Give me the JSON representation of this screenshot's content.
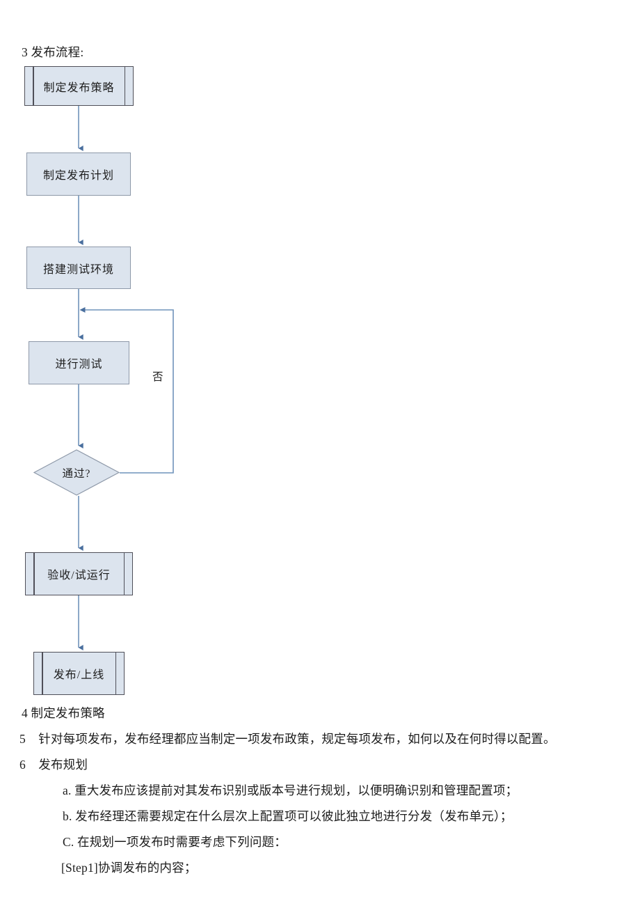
{
  "document": {
    "heading": "3 发布流程:",
    "flow_title_number": "3"
  },
  "flowchart": {
    "type": "flowchart",
    "orientation": "top-to-bottom",
    "colors": {
      "node_fill": "#dce4ee",
      "process_border": "#8d98a8",
      "predefined_border": "#4f4f58",
      "connector": "#5c7fa8",
      "text": "#1d1d1d"
    },
    "nodes": [
      {
        "id": "n1",
        "label": "制定发布策略",
        "shape": "predefined-process"
      },
      {
        "id": "n2",
        "label": "制定发布计划",
        "shape": "process"
      },
      {
        "id": "n3",
        "label": "搭建测试环境",
        "shape": "process"
      },
      {
        "id": "n4",
        "label": "进行测试",
        "shape": "process"
      },
      {
        "id": "n5",
        "label": "通过?",
        "shape": "decision"
      },
      {
        "id": "n6",
        "label": "验收/试运行",
        "shape": "predefined-process"
      },
      {
        "id": "n7",
        "label": "发布/上线",
        "shape": "predefined-process"
      }
    ],
    "edges": [
      {
        "from": "n1",
        "to": "n2",
        "label": ""
      },
      {
        "from": "n2",
        "to": "n3",
        "label": ""
      },
      {
        "from": "n3",
        "to": "n4",
        "label": ""
      },
      {
        "from": "n4",
        "to": "n5",
        "label": ""
      },
      {
        "from": "n5",
        "to": "n4",
        "label": "否"
      },
      {
        "from": "n5",
        "to": "n6",
        "label": ""
      },
      {
        "from": "n6",
        "to": "n7",
        "label": ""
      }
    ],
    "edge_labels": {
      "loop_back": "否"
    }
  },
  "body": {
    "lines": [
      {
        "id": "l4",
        "text": "4 制定发布策略"
      },
      {
        "id": "l5",
        "text": "5    针对每项发布，发布经理都应当制定一项发布政策，规定每项发布，如何以及在何时得以配置。"
      },
      {
        "id": "l6",
        "text": "6    发布规划"
      },
      {
        "id": "la",
        "text": "a. 重大发布应该提前对其发布识别或版本号进行规划，以便明确识别和管理配置项；"
      },
      {
        "id": "lb",
        "text": "b. 发布经理还需要规定在什么层次上配置项可以彼此独立地进行分发（发布单元）；"
      },
      {
        "id": "lc",
        "text": "C. 在规划一项发布时需要考虑下列问题："
      },
      {
        "id": "lstep1",
        "text": "[Step1]协调发布的内容；"
      }
    ]
  }
}
